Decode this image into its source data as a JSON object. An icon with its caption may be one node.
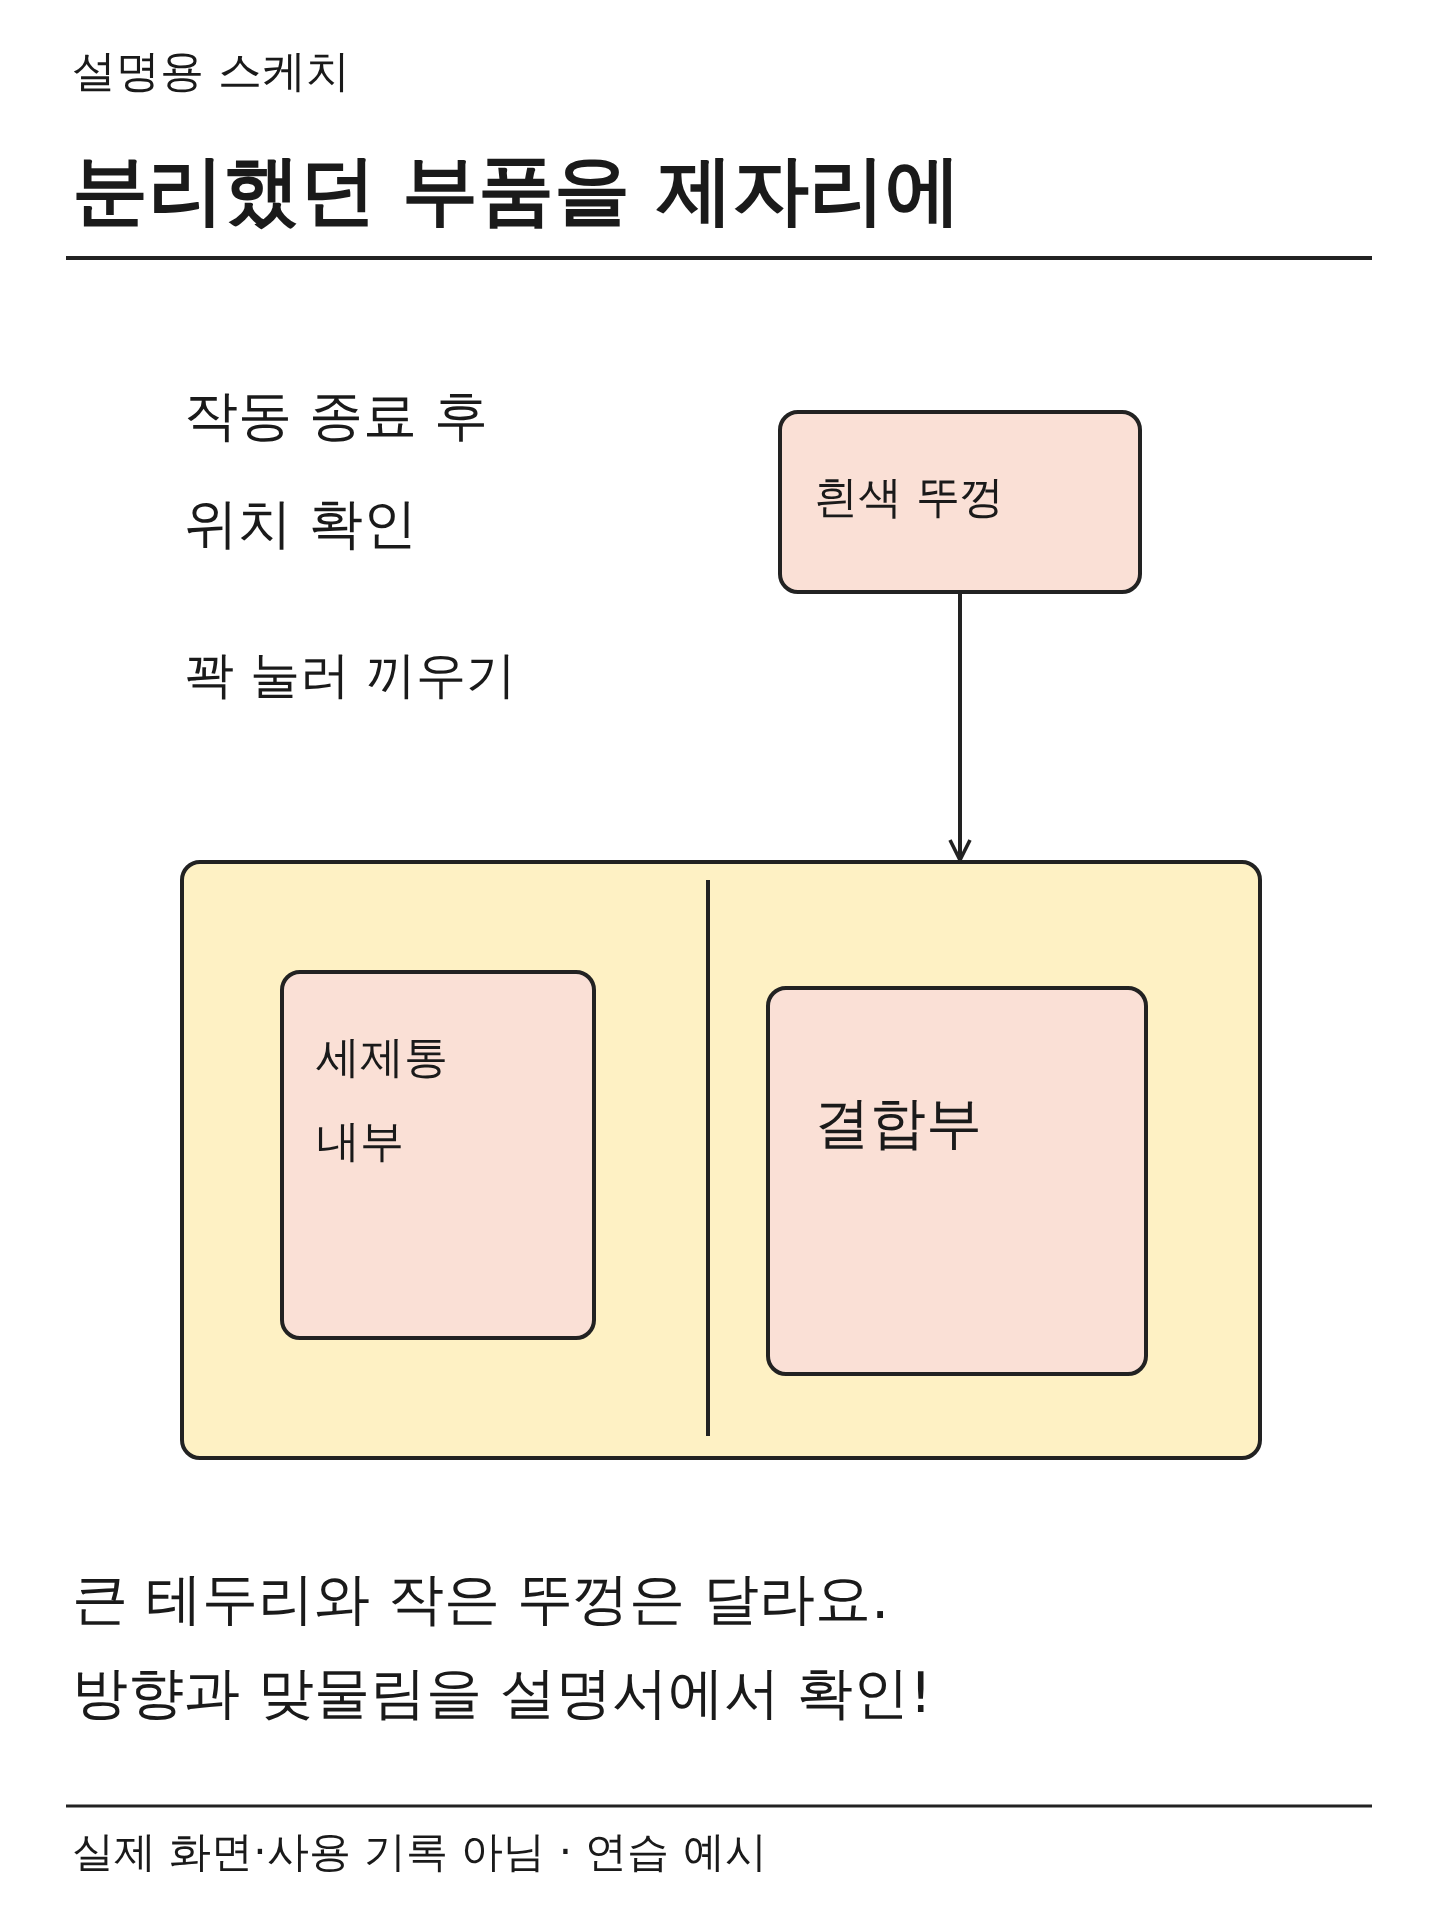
{
  "diagram": {
    "title": "분리했던 부품을 제자리에",
    "nodes": [
      {
        "text": [
          "흰색 뚜껑"
        ]
      },
      {
        "text": [],
        "shape": "box"
      },
      {
        "text": [
          "세제통 내부"
        ],
        "in": 1
      },
      {
        "text": [
          "결합부"
        ],
        "in": 1
      }
    ],
    "edges": [
      {
        "from": 0,
        "to": 1,
        "arrow": "to"
      }
    ],
    "labels": [
      "설명용 스케치",
      "작동 종료 후 위치 확인",
      "꽉 눌러 끼우기",
      "큰 테두리와 작은 뚜껑은 달라요.",
      "방향과 맞물림을 설명서에서 확인!",
      "실제 화면·사용 기록 아님 · 연습 예시"
    ]
  }
}
